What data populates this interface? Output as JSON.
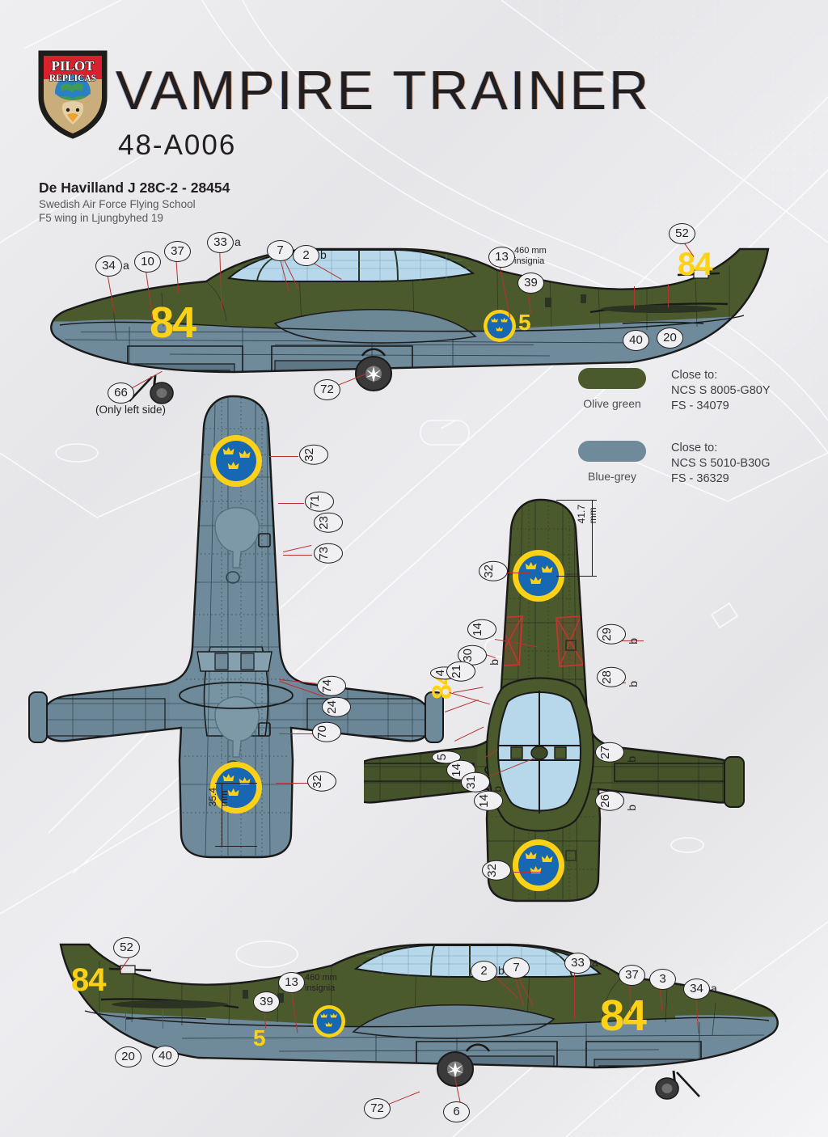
{
  "header": {
    "brand_line1": "PILOT",
    "brand_line2": "REPLICAS",
    "title": "VAMPIRE TRAINER",
    "kit_number": "48-A006",
    "subject": "De Havilland J 28C-2 - 28454",
    "unit_line1": "Swedish Air Force Flying School",
    "unit_line2": "F5 wing in Ljungbyhed 19"
  },
  "legend": {
    "olive": {
      "name": "Olive green",
      "hex": "#4b5a2d",
      "close_to": "Close to:",
      "ncs": "NCS S 8005-G80Y",
      "fs": "FS - 34079"
    },
    "bluegrey": {
      "name": "Blue-grey",
      "hex": "#6e8a9b",
      "close_to": "Close to:",
      "ncs": "NCS S 5010-B30G",
      "fs": "FS - 36329"
    }
  },
  "markings": {
    "code": "84",
    "small_code": "5",
    "serial": "28454",
    "insignia_note_line1": "460 mm",
    "insignia_note_line2": "insignia",
    "only_left_side": "(Only left side)"
  },
  "dimensions": {
    "wing_underside": "35.4 mm",
    "tail_top": "41.7 mm"
  },
  "views": {
    "side_top": {
      "name": "left-side-profile-view",
      "callouts": [
        {
          "id": "34",
          "suffix": "a"
        },
        {
          "id": "10",
          "suffix": ""
        },
        {
          "id": "37",
          "suffix": ""
        },
        {
          "id": "33",
          "suffix": "a"
        },
        {
          "id": "7",
          "suffix": ""
        },
        {
          "id": "2",
          "suffix": "b"
        },
        {
          "id": "13",
          "suffix": ""
        },
        {
          "id": "39",
          "suffix": ""
        },
        {
          "id": "52",
          "suffix": ""
        },
        {
          "id": "40",
          "suffix": ""
        },
        {
          "id": "20",
          "suffix": ""
        },
        {
          "id": "66",
          "suffix": ""
        },
        {
          "id": "72",
          "suffix": ""
        }
      ]
    },
    "bottom_plan": {
      "name": "underside-plan-view",
      "callouts": [
        {
          "id": "32",
          "suffix": ""
        },
        {
          "id": "71",
          "suffix": ""
        },
        {
          "id": "23",
          "suffix": ""
        },
        {
          "id": "73",
          "suffix": ""
        },
        {
          "id": "74",
          "suffix": ""
        },
        {
          "id": "24",
          "suffix": ""
        },
        {
          "id": "70",
          "suffix": ""
        },
        {
          "id": "32",
          "suffix": ""
        }
      ]
    },
    "top_plan": {
      "name": "upper-plan-view",
      "callouts": [
        {
          "id": "32",
          "suffix": ""
        },
        {
          "id": "14",
          "suffix": ""
        },
        {
          "id": "30",
          "suffix": "b"
        },
        {
          "id": "4",
          "suffix": ""
        },
        {
          "id": "21",
          "suffix": ""
        },
        {
          "id": "29",
          "suffix": "b"
        },
        {
          "id": "28",
          "suffix": "b"
        },
        {
          "id": "27",
          "suffix": "b"
        },
        {
          "id": "26",
          "suffix": "b"
        },
        {
          "id": "5",
          "suffix": ""
        },
        {
          "id": "14",
          "suffix": ""
        },
        {
          "id": "31",
          "suffix": "b"
        },
        {
          "id": "14",
          "suffix": ""
        },
        {
          "id": "32",
          "suffix": ""
        }
      ]
    },
    "side_bottom": {
      "name": "right-side-profile-view",
      "callouts": [
        {
          "id": "52",
          "suffix": ""
        },
        {
          "id": "13",
          "suffix": ""
        },
        {
          "id": "39",
          "suffix": ""
        },
        {
          "id": "20",
          "suffix": ""
        },
        {
          "id": "40",
          "suffix": ""
        },
        {
          "id": "2",
          "suffix": "b"
        },
        {
          "id": "7",
          "suffix": ""
        },
        {
          "id": "33",
          "suffix": "a"
        },
        {
          "id": "37",
          "suffix": ""
        },
        {
          "id": "3",
          "suffix": ""
        },
        {
          "id": "34",
          "suffix": "a"
        },
        {
          "id": "72",
          "suffix": ""
        },
        {
          "id": "6",
          "suffix": ""
        }
      ]
    }
  },
  "colors": {
    "olive": "#4b5a2d",
    "olive_dark": "#3d4a25",
    "bluegrey": "#6e8a9b",
    "bluegrey_dark": "#5d7786",
    "yellow": "#fcd116",
    "roundel_blue": "#1767b3",
    "outline": "#1a1a1a",
    "leader_red": "#b5322e",
    "canopy": "#b7d8ea",
    "decal_red": "#c8342e",
    "ink": "#231f20"
  }
}
